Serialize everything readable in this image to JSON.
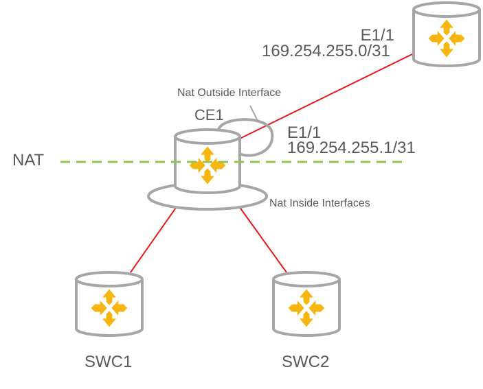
{
  "diagram": {
    "title": "",
    "colors": {
      "link": "#e8191c",
      "nat_boundary": "#92c54c",
      "router_body": "#ffffff",
      "router_outline": "#a6a6a6",
      "router_icon": "#f7b50f",
      "text": "#595959"
    },
    "nodes": {
      "isp": {
        "label": "",
        "icon": "router-icon"
      },
      "ce1": {
        "label": "CE1",
        "icon": "router-icon"
      },
      "swc1": {
        "label": "SWC1",
        "icon": "router-icon"
      },
      "swc2": {
        "label": "SWC2",
        "icon": "router-icon"
      }
    },
    "labels": {
      "isp_interface": "E1/1",
      "isp_address": "169.254.255.0/31",
      "ce1_interface": "E1/1",
      "ce1_address": "169.254.255.1/31",
      "nat_outside": "Nat Outside Interface",
      "nat_inside": "Nat Inside Interfaces",
      "nat_boundary": "NAT"
    }
  }
}
